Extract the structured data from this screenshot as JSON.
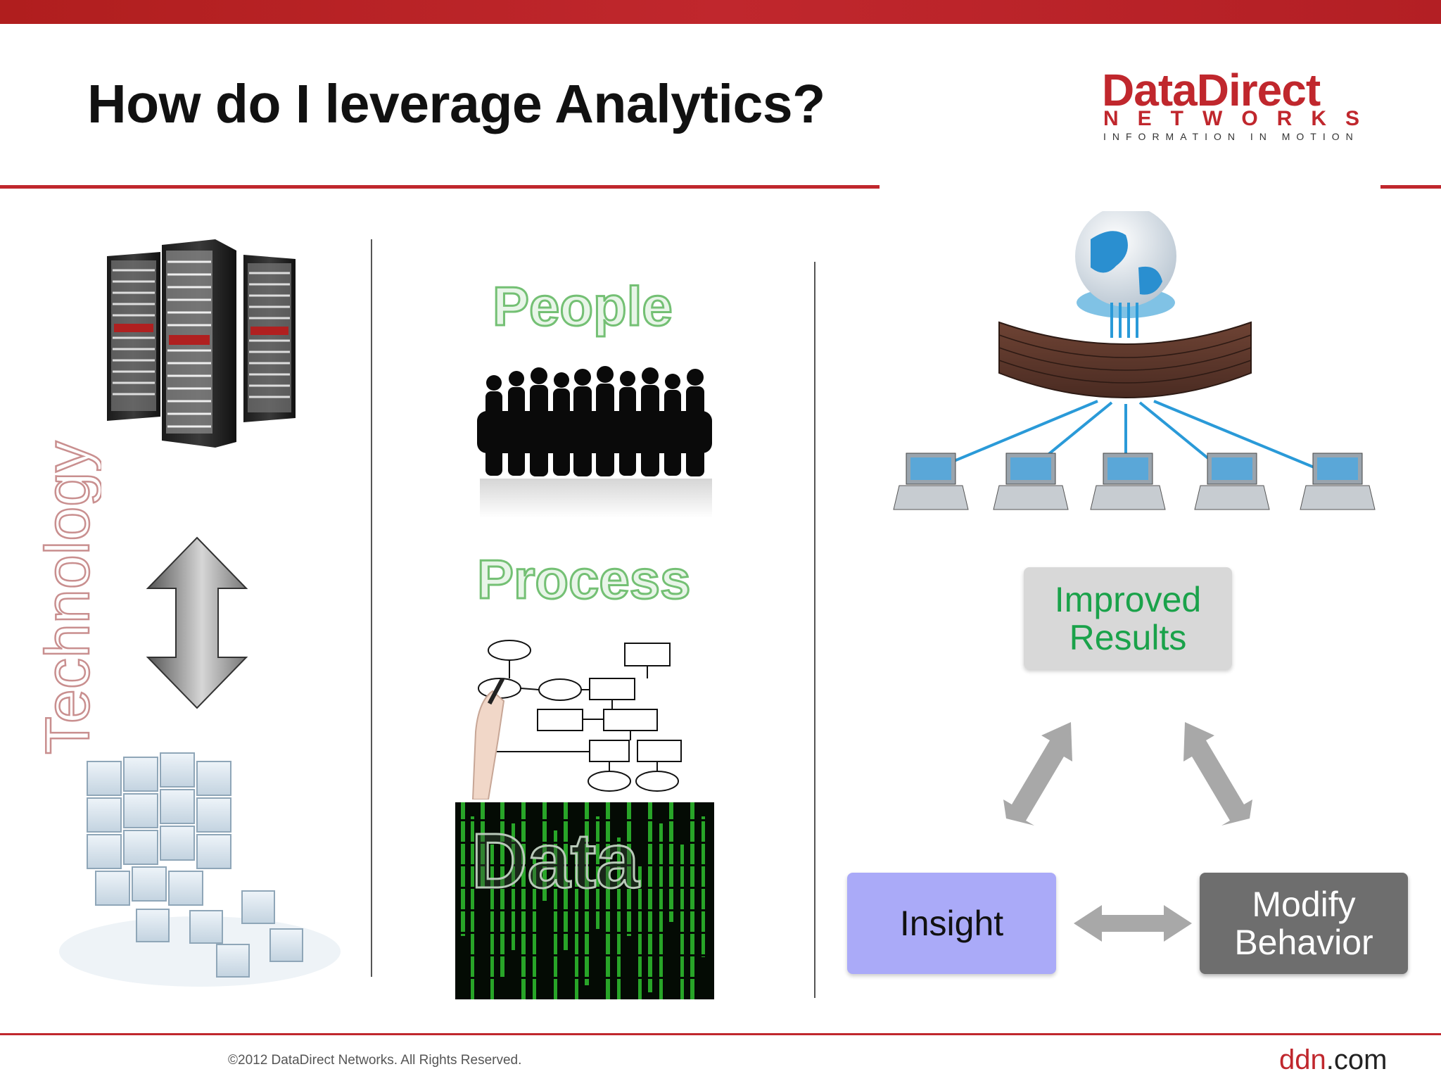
{
  "title": "How do I leverage Analytics?",
  "logo": {
    "main": "DataDirect",
    "sub": "NETWORKS",
    "tagline": "INFORMATION IN MOTION"
  },
  "left_column": {
    "label": "Technology"
  },
  "middle_column": {
    "people_label": "People",
    "process_label": "Process",
    "data_label": "Data"
  },
  "cycle": {
    "improved_results": [
      "Improved",
      "Results"
    ],
    "insight": "Insight",
    "modify_behavior": [
      "Modify",
      "Behavior"
    ]
  },
  "footer": {
    "copyright": "©2012 DataDirect Networks.  All Rights Reserved.",
    "site_main": "ddn",
    "site_suffix": ".com"
  },
  "colors": {
    "brand_red": "#c0272d",
    "results_green": "#1aa24a",
    "insight_blue": "#aaaaf8",
    "modify_gray": "#6e6e6e"
  }
}
